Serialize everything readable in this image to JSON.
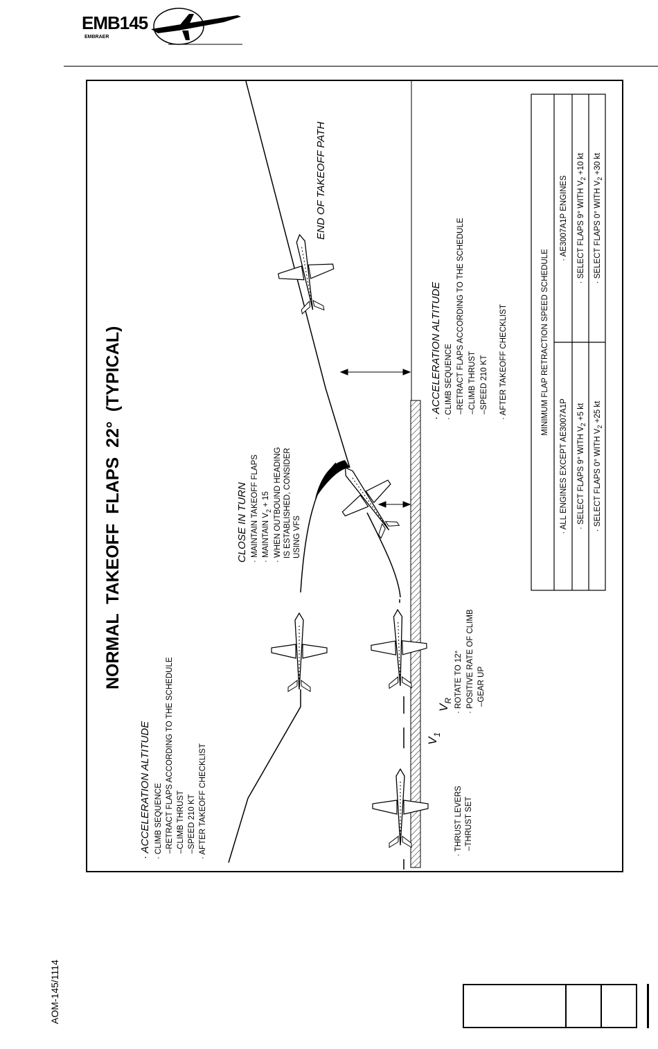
{
  "header": {
    "logo_text": "EMB145",
    "logo_sub": "EMBRAER"
  },
  "title": "NORMAL  TAKEOFF  FLAPS  22°  (TYPICAL)",
  "phase_left": {
    "heading": "· ACCELERATION ALTITUDE",
    "lines": [
      "· CLIMB SEQUENCE",
      "–RETRACT FLAPS ACCORDING TO THE SCHEDULE",
      "–CLIMB THRUST",
      "–SPEED 210 KT",
      "· AFTER TAKEOFF CHECKLIST"
    ]
  },
  "close_in_turn": {
    "heading": "CLOSE IN TURN",
    "lines": [
      "· MAINTAIN TAKEOFF FLAPS",
      "· MAINTAIN V",
      "· WHEN OUTBOUND HEADING",
      "IS ESTABLISHED, CONSIDER",
      "USING VFS"
    ],
    "v2_sub": "2",
    "v2_suffix": " + 15"
  },
  "end_of_path": "END OF TAKEOFF PATH",
  "phase_right": {
    "heading": "· ACCELERATION ALTITUDE",
    "lines": [
      "· CLIMB SEQUENCE",
      "–RETRACT FLAPS ACCORDING TO THE SCHEDULE",
      "–CLIMB THRUST",
      "–SPEED 210 KT",
      "· AFTER TAKEOFF CHECKLIST"
    ]
  },
  "ground": {
    "thrust": [
      "· THRUST LEVERS",
      "–THRUST SET"
    ],
    "v1": "V",
    "v1_sub": "1",
    "vr": "V",
    "vr_sub": "R",
    "rotate": [
      "· ROTATE TO 12°",
      "· POSITIVE RATE OF CLIMB",
      "–GEAR UP"
    ]
  },
  "schedule_table": {
    "title": "MINIMUM FLAP RETRACTION SPEED SCHEDULE",
    "col1_header": "· ALL ENGINES EXCEPT AE3007A1P",
    "col2_header": "· AE3007A1P ENGINES",
    "rows": [
      {
        "c1_pre": "· SELECT FLAPS 9° WITH V",
        "c1_sub": "2",
        "c1_post": " +5 kt",
        "c2_pre": "· SELECT FLAPS 9° WITH V",
        "c2_sub": "2",
        "c2_post": " +10 kt"
      },
      {
        "c1_pre": "· SELECT FLAPS 0° WITH V",
        "c1_sub": "2",
        "c1_post": " +25 kt",
        "c2_pre": "· SELECT FLAPS 0° WITH V",
        "c2_sub": "2",
        "c2_post": " +30 kt"
      }
    ]
  },
  "footer": {
    "doc_id": "AOM-145/1114"
  }
}
